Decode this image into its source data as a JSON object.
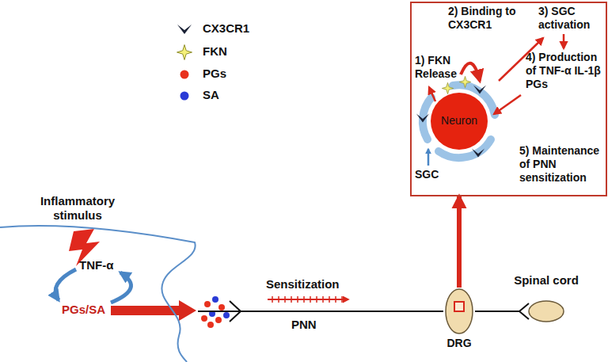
{
  "diagram": {
    "nodes": [
      {
        "text": [
          "1) FKN Release",
          "2) Binding to CX3CR1",
          "3) SGC activation",
          "4) Production of TNF-α IL-1β PGs",
          "5) Maintenance of PNN sensitization"
        ]
      },
      {
        "text": [
          "Neuron"
        ],
        "in": 0
      },
      {
        "text": [
          "TNF-α",
          "PGs/SA"
        ]
      },
      {
        "text": [
          "DRG"
        ]
      },
      {
        "text": [
          "Spinal cord"
        ]
      }
    ],
    "edges": [
      {
        "from": 3,
        "to": 0,
        "arrow": "to"
      },
      {
        "from": 2,
        "to": 3,
        "arrow": "none"
      },
      {
        "from": 3,
        "to": 4,
        "arrow": "none"
      }
    ],
    "labels": [
      "Inflammatory stimulus",
      "Sensitization",
      "PNN",
      "SGC"
    ],
    "legend": [
      {
        "text": "CX3CR1"
      },
      {
        "text": "FKN"
      },
      {
        "text": "PGs",
        "color": "#e8321e"
      },
      {
        "text": "SA",
        "color": "#2a3bd6"
      }
    ]
  }
}
